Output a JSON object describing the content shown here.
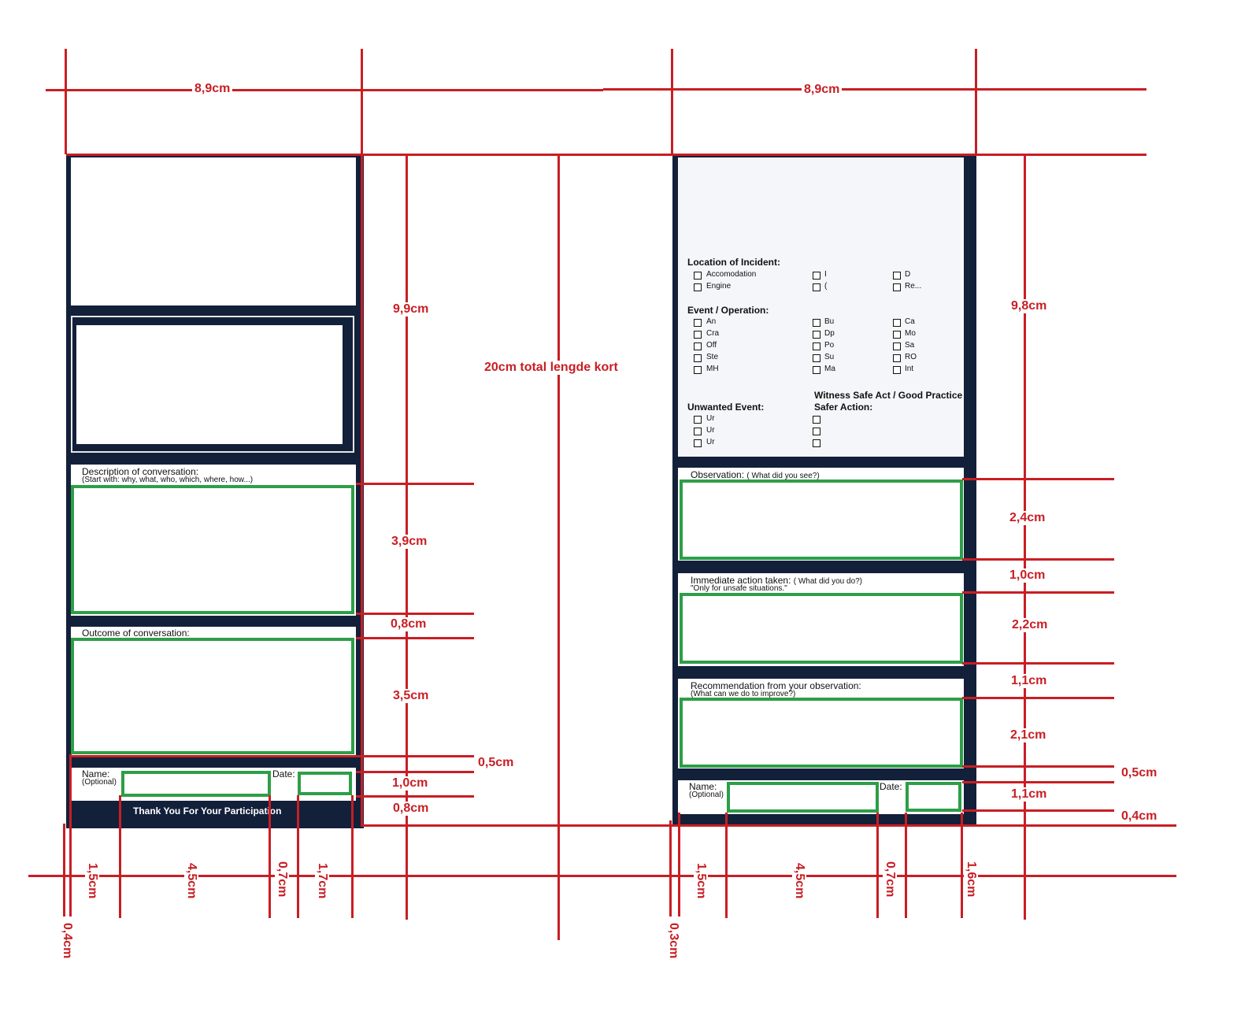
{
  "dims": {
    "left_width": "8,9cm",
    "right_width": "8,9cm",
    "total_length": "20cm total lengde kort",
    "left_v": [
      "9,9cm",
      "3,9cm",
      "0,8cm",
      "3,5cm",
      "0,5cm",
      "1,0cm",
      "0,8cm"
    ],
    "right_v": [
      "9,8cm",
      "2,4cm",
      "1,0cm",
      "2,2cm",
      "1,1cm",
      "2,1cm",
      "0,5cm",
      "1,1cm",
      "0,4cm"
    ],
    "left_bottom": [
      "1,5cm",
      "4,5cm",
      "0,7cm",
      "1,7cm"
    ],
    "left_offset": "0,4cm",
    "right_bottom": [
      "1,5cm",
      "4,5cm",
      "0,7cm",
      "1,6cm"
    ],
    "right_offset": "0,3cm"
  },
  "left_card": {
    "description_title": "Description of conversation:",
    "description_sub": "(Start with: why, what, who, which, where, how...)",
    "outcome_title": "Outcome of conversation:",
    "name_label": "Name:",
    "name_optional": "(Optional)",
    "date_label": "Date:",
    "thanks": "Thank You For Your Participation"
  },
  "right_card": {
    "location_title": "Location of Incident:",
    "location_items": [
      "Accomodation",
      "Engine",
      "I",
      "(",
      "D",
      "Re..."
    ],
    "event_title": "Event / Operation:",
    "event_items": [
      "An",
      "Cra",
      "Off",
      "Ste",
      "MH",
      "Bu",
      "Dp",
      "Po",
      "Su",
      "Ma",
      "Ca",
      "Mo",
      "Sa",
      "RO",
      "Int"
    ],
    "unwanted_title": "Unwanted Event:",
    "unwanted_items": [
      "Ur",
      "Ur",
      "Ur"
    ],
    "witness_title": "Witness Safe Act / Good Practice",
    "safer_title": "Safer Action:",
    "observation_title": "Observation:",
    "observation_hint": "( What did you see?)",
    "action_title": "Immediate action taken:",
    "action_hint": "( What did you do?)",
    "action_sub": "\"Only for unsafe situations.\"",
    "recommend_title": "Recommendation from your observation:",
    "recommend_sub": "(What can we do to improve?)",
    "name_label": "Name:",
    "name_optional": "(Optional)",
    "date_label": "Date:"
  },
  "colors": {
    "dimension": "#c81e24",
    "field_outline": "#2e9e47",
    "card": "#13203a"
  }
}
